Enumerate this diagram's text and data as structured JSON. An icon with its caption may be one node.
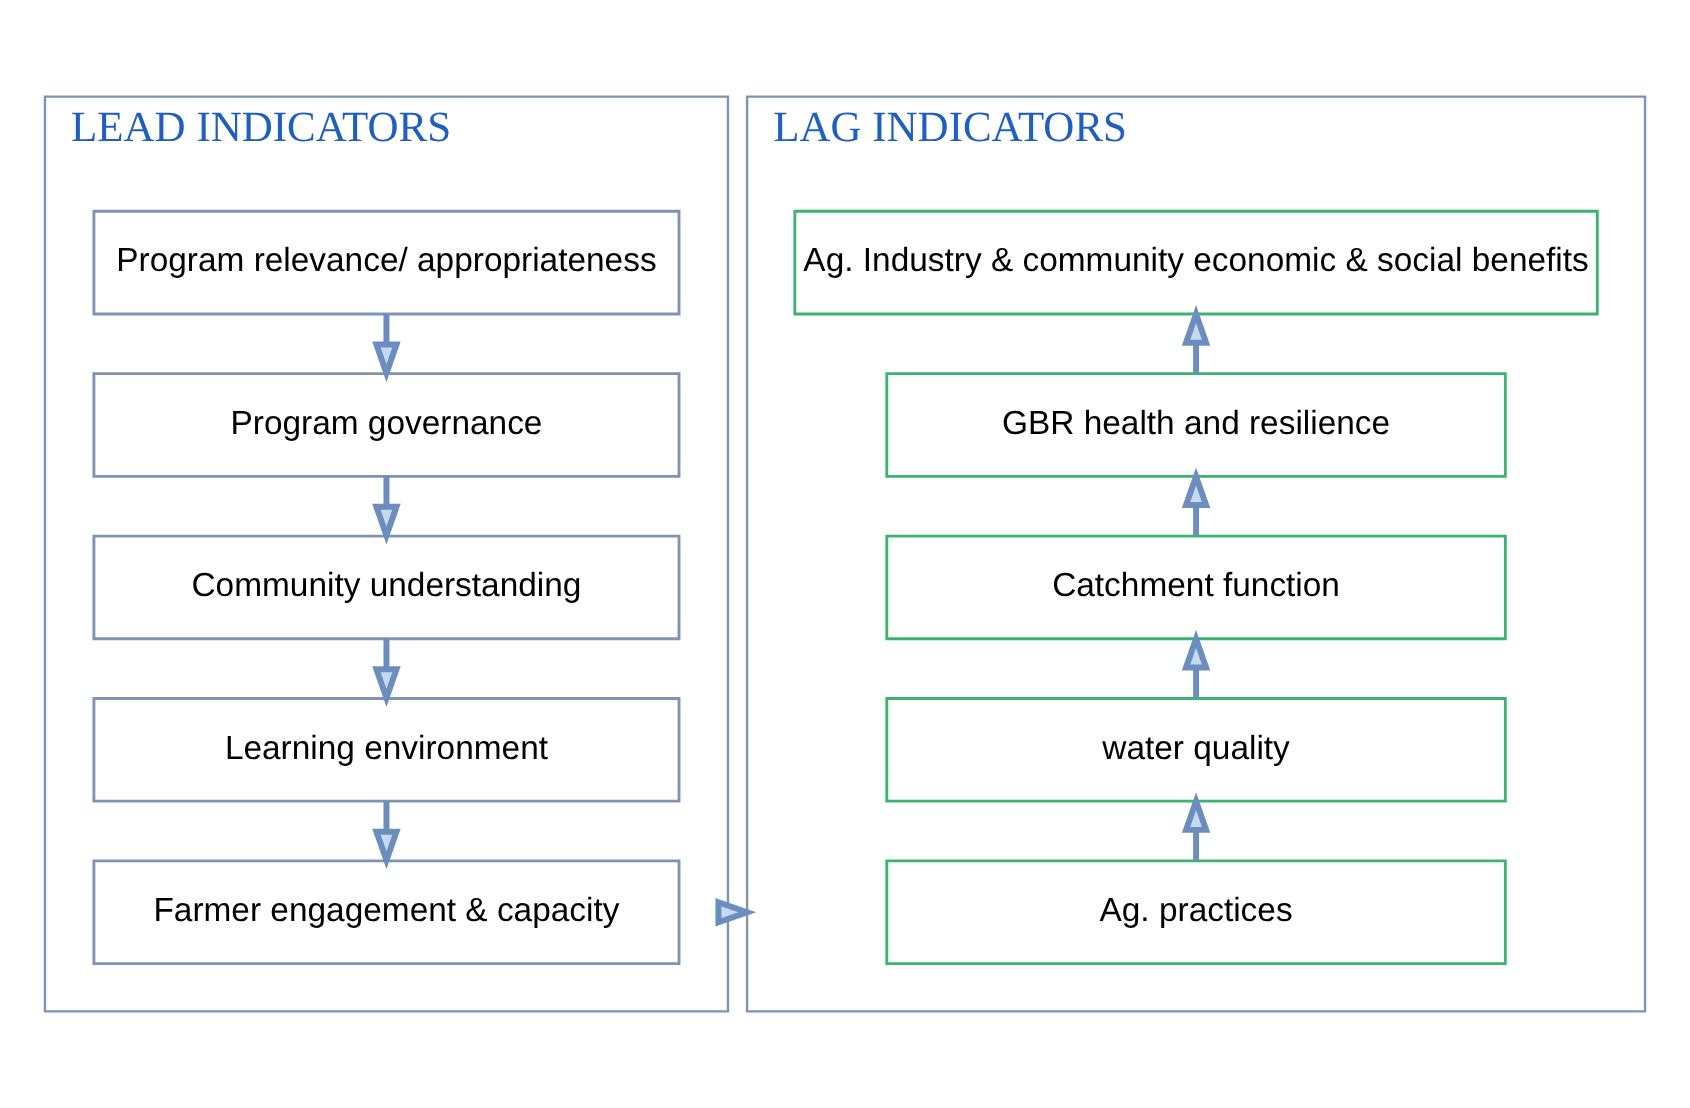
{
  "diagram": {
    "nodes": [
      {
        "text": [
          "LEAD INDICATORS"
        ]
      },
      {
        "text": [
          "Program relevance/ appropriateness"
        ],
        "in": 0
      },
      {
        "text": [
          "Program governance"
        ],
        "in": 0
      },
      {
        "text": [
          "Community understanding"
        ],
        "in": 0
      },
      {
        "text": [
          "Learning environment"
        ],
        "in": 0
      },
      {
        "text": [
          "Farmer engagement & capacity"
        ],
        "in": 0
      },
      {
        "text": [
          "LAG INDICATORS"
        ]
      },
      {
        "text": [
          "Ag. Industry & community economic & social benefits"
        ],
        "in": 6
      },
      {
        "text": [
          "GBR health and resilience"
        ],
        "in": 6
      },
      {
        "text": [
          "Catchment function"
        ],
        "in": 6
      },
      {
        "text": [
          "water quality"
        ],
        "in": 6
      },
      {
        "text": [
          "Ag. practices"
        ],
        "in": 6
      }
    ],
    "edges": [
      {
        "from": 1,
        "to": 2,
        "arrow": "to"
      },
      {
        "from": 2,
        "to": 3,
        "arrow": "to"
      },
      {
        "from": 3,
        "to": 4,
        "arrow": "to"
      },
      {
        "from": 4,
        "to": 5,
        "arrow": "to"
      },
      {
        "from": 11,
        "to": 10,
        "arrow": "to"
      },
      {
        "from": 10,
        "to": 9,
        "arrow": "to"
      },
      {
        "from": 9,
        "to": 8,
        "arrow": "to"
      },
      {
        "from": 8,
        "to": 7,
        "arrow": "to"
      },
      {
        "from": 0,
        "to": 6,
        "arrow": "to"
      }
    ]
  }
}
